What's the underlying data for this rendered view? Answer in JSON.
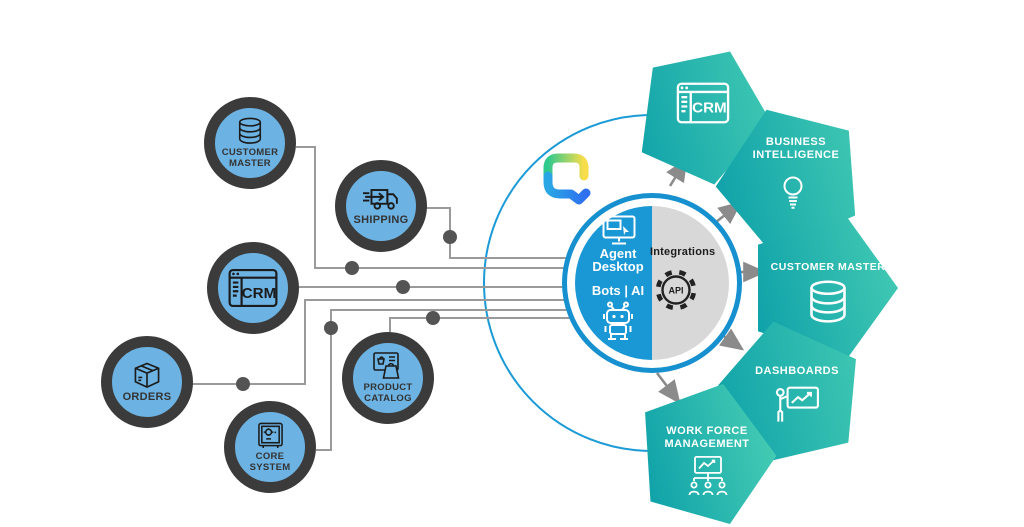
{
  "diagram_title": "Agent Desktop Bots AI Integrations",
  "colors": {
    "source_ring": "#3b3b3b",
    "source_fill": "#6cb2e2",
    "wire_gray": "#9a9a9a",
    "node_dot": "#545454",
    "arrow_gray": "#8b8b8b",
    "center_blue": "#1a97d5",
    "center_ring_blue": "#1790cf",
    "center_gray": "#d8d8d8",
    "pentagon_teal_dark": "#0da0a9",
    "pentagon_teal_light": "#45ccb3",
    "arc_blue": "#1a9ad6"
  },
  "sources": [
    {
      "id": "customer-master",
      "line1": "CUSTOMER",
      "line2": "MASTER",
      "icon": "database-icon"
    },
    {
      "id": "shipping",
      "line1": "SHIPPING",
      "icon": "delivery-truck-icon"
    },
    {
      "id": "crm",
      "icon": "crm-browser-icon",
      "icon_text": "CRM"
    },
    {
      "id": "orders",
      "line1": "ORDERS",
      "icon": "package-box-icon"
    },
    {
      "id": "core-system",
      "line1": "CORE",
      "line2": "SYSTEM",
      "icon": "vault-icon"
    },
    {
      "id": "product-catalog",
      "line1": "PRODUCT",
      "line2": "CATALOG",
      "icon": "product-catalog-icon"
    }
  ],
  "center": {
    "agent_line1": "Agent",
    "agent_line2": "Desktop",
    "bots": "Bots | AI",
    "integrations": "Integrations",
    "api": "API"
  },
  "targets": [
    {
      "id": "crm",
      "icon": "crm-browser-icon",
      "icon_text": "CRM"
    },
    {
      "id": "business-intelligence",
      "line1": "BUSINESS",
      "line2": "INTELLIGENCE",
      "icon": "lightbulb-icon"
    },
    {
      "id": "customer-master",
      "line1": "CUSTOMER MASTER",
      "icon": "database-icon"
    },
    {
      "id": "dashboards",
      "line1": "DASHBOARDS",
      "icon": "presenter-board-icon"
    },
    {
      "id": "work-force-management",
      "line1": "WORK FORCE",
      "line2": "MANAGEMENT",
      "icon": "workforce-org-icon"
    }
  ]
}
